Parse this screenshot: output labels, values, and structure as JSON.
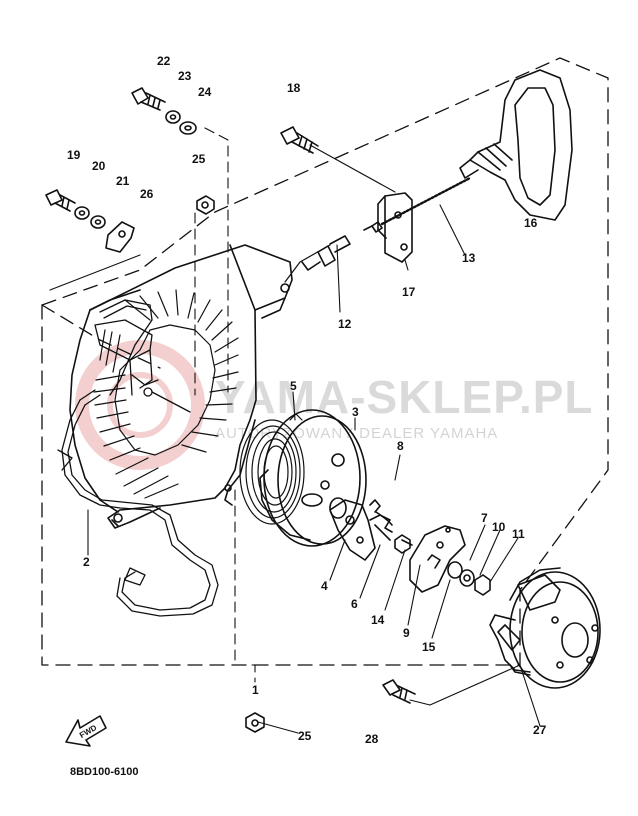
{
  "diagram": {
    "drawing_code": "8BD100-6100",
    "fwd_label": "FWD",
    "watermark": {
      "main": "YAMA-SKLEP.PL",
      "sub": "AUTORYZOWANY DEALER YAMAHA"
    },
    "colors": {
      "line": "#111111",
      "watermark": "#bdbdbd",
      "watermark_logo": "#e8a0a0"
    },
    "callouts": [
      {
        "id": "c1",
        "label": "1"
      },
      {
        "id": "c2",
        "label": "2"
      },
      {
        "id": "c3",
        "label": "3"
      },
      {
        "id": "c4",
        "label": "4"
      },
      {
        "id": "c5",
        "label": "5"
      },
      {
        "id": "c6",
        "label": "6"
      },
      {
        "id": "c7",
        "label": "7"
      },
      {
        "id": "c8",
        "label": "8"
      },
      {
        "id": "c9",
        "label": "9"
      },
      {
        "id": "c10",
        "label": "10"
      },
      {
        "id": "c11",
        "label": "11"
      },
      {
        "id": "c12",
        "label": "12"
      },
      {
        "id": "c13",
        "label": "13"
      },
      {
        "id": "c14",
        "label": "14"
      },
      {
        "id": "c15",
        "label": "15"
      },
      {
        "id": "c16",
        "label": "16"
      },
      {
        "id": "c17",
        "label": "17"
      },
      {
        "id": "c18",
        "label": "18"
      },
      {
        "id": "c19",
        "label": "19"
      },
      {
        "id": "c20",
        "label": "20"
      },
      {
        "id": "c21",
        "label": "21"
      },
      {
        "id": "c22",
        "label": "22"
      },
      {
        "id": "c23",
        "label": "23"
      },
      {
        "id": "c24",
        "label": "24"
      },
      {
        "id": "c25a",
        "label": "25"
      },
      {
        "id": "c26",
        "label": "26"
      },
      {
        "id": "c25b",
        "label": "25"
      },
      {
        "id": "c27",
        "label": "27"
      },
      {
        "id": "c28",
        "label": "28"
      }
    ]
  }
}
